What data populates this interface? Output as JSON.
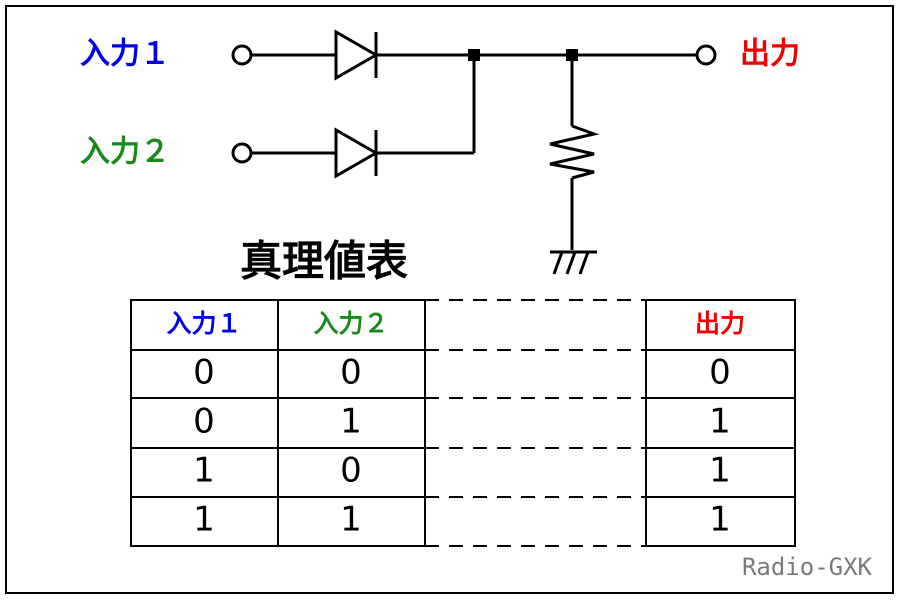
{
  "colors": {
    "input1": "#0000e6",
    "input2": "#1a8a1a",
    "output": "#ee0000",
    "wire": "#000000",
    "credit": "#7a7a7a"
  },
  "circuit": {
    "input1_label": "入力１",
    "input2_label": "入力２",
    "output_label": "出力"
  },
  "truth_table": {
    "title": "真理値表",
    "headers": {
      "input1": "入力１",
      "input2": "入力２",
      "output": "出力"
    },
    "rows": [
      {
        "in1": "0",
        "in2": "0",
        "out": "0"
      },
      {
        "in1": "0",
        "in2": "1",
        "out": "1"
      },
      {
        "in1": "1",
        "in2": "0",
        "out": "1"
      },
      {
        "in1": "1",
        "in2": "1",
        "out": "1"
      }
    ]
  },
  "credit": "Radio-GXK"
}
